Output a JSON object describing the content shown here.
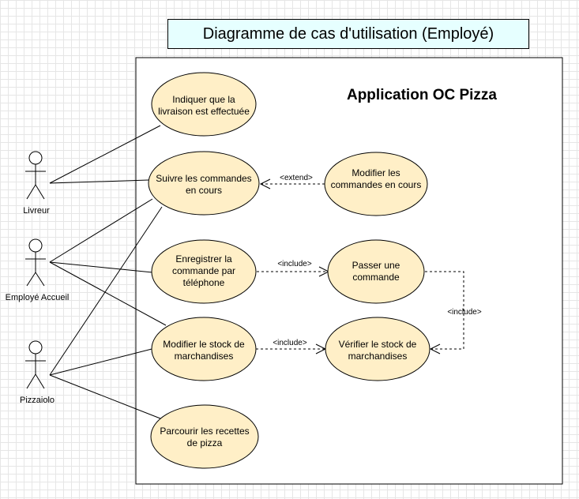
{
  "title": "Diagramme de cas d'utilisation (Employé)",
  "system": "Application OC Pizza",
  "actors": [
    {
      "id": "livreur",
      "label": "Livreur"
    },
    {
      "id": "accueil",
      "label": "Employé Accueil"
    },
    {
      "id": "pizzaiolo",
      "label": "Pizzaiolo"
    }
  ],
  "use_cases": [
    {
      "id": "uc-livraison",
      "lines": [
        "Indiquer que la",
        "livraison est effectuée"
      ]
    },
    {
      "id": "uc-suivre",
      "lines": [
        "Suivre les commandes",
        "en cours"
      ]
    },
    {
      "id": "uc-modifier-commandes",
      "lines": [
        "Modifier les",
        "commandes en cours"
      ]
    },
    {
      "id": "uc-enregistrer",
      "lines": [
        "Enregistrer la",
        "commande par",
        "téléphone"
      ]
    },
    {
      "id": "uc-passer",
      "lines": [
        "Passer une",
        "commande"
      ]
    },
    {
      "id": "uc-modifier-stock",
      "lines": [
        "Modifier le stock de",
        "marchandises"
      ]
    },
    {
      "id": "uc-verifier-stock",
      "lines": [
        "Vérifier le stock de",
        "marchandises"
      ]
    },
    {
      "id": "uc-recettes",
      "lines": [
        "Parcourir les recettes",
        "de pizza"
      ]
    }
  ],
  "relations": [
    {
      "label": "<extend>"
    },
    {
      "label": "<include>"
    },
    {
      "label": "<include>"
    },
    {
      "label": "<include>"
    }
  ],
  "colors": {
    "use_case_fill": "#ffefc7",
    "title_fill": "#e6ffff",
    "stroke": "#000000"
  }
}
